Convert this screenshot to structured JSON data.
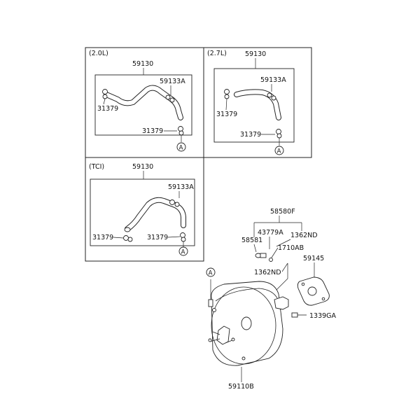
{
  "panels": {
    "p20": {
      "variant": "(2.0L)",
      "hose": "59130",
      "hose_a": "59133A",
      "clamp_left": "31379",
      "clamp_right": "31379",
      "marker": "A"
    },
    "p27": {
      "variant": "(2.7L)",
      "hose": "59130",
      "hose_a": "59133A",
      "clamp_left": "31379",
      "clamp_right": "31379",
      "marker": "A"
    },
    "tci": {
      "variant": "(TCI)",
      "hose": "59130",
      "hose_a": "59133A",
      "clamp_left": "31379",
      "clamp_right": "31379",
      "marker": "A"
    }
  },
  "booster": {
    "valve_assy": "58580F",
    "valve": "43779A",
    "nut_top": "1362ND",
    "grommet": "58581",
    "pin": "1710AB",
    "nut_bottom": "1362ND",
    "gasket": "59145",
    "bolt": "1339GA",
    "booster_assy": "59110B",
    "marker": "A"
  }
}
